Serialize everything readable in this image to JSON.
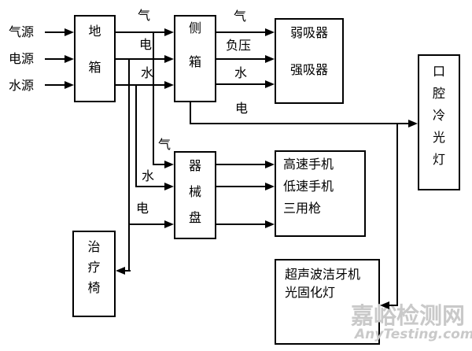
{
  "colors": {
    "line": "#000000",
    "text": "#000000",
    "watermark": "#c9c9c9",
    "background": "#ffffff"
  },
  "sources": {
    "air": "气源",
    "power": "电源",
    "water": "水源"
  },
  "boxes": {
    "ground": {
      "chars": [
        "地",
        "箱"
      ]
    },
    "side": {
      "chars": [
        "侧",
        "箱"
      ]
    },
    "suction": {
      "lines": [
        "弱吸器",
        "强吸器"
      ]
    },
    "oral_lamp": {
      "chars": [
        "口",
        "腔",
        "冷",
        "光",
        "灯"
      ]
    },
    "tray": {
      "chars": [
        "器",
        "械",
        "盘"
      ]
    },
    "handpiece": {
      "lines": [
        "高速手机",
        "低速手机",
        "三用枪"
      ]
    },
    "chair": {
      "chars": [
        "治",
        "疗",
        "椅"
      ]
    },
    "scaler": {
      "lines": [
        "超声波洁牙机",
        "光固化灯"
      ]
    }
  },
  "edge_labels": {
    "ground_to_side": [
      "气",
      "电",
      "水"
    ],
    "side_to_suction": [
      "气",
      "负压",
      "水"
    ],
    "side_power": "电",
    "tray_inputs": [
      "气",
      "水",
      "电"
    ]
  },
  "watermark": {
    "cn": "嘉峪检测网",
    "en": "AnyTesting.com"
  }
}
